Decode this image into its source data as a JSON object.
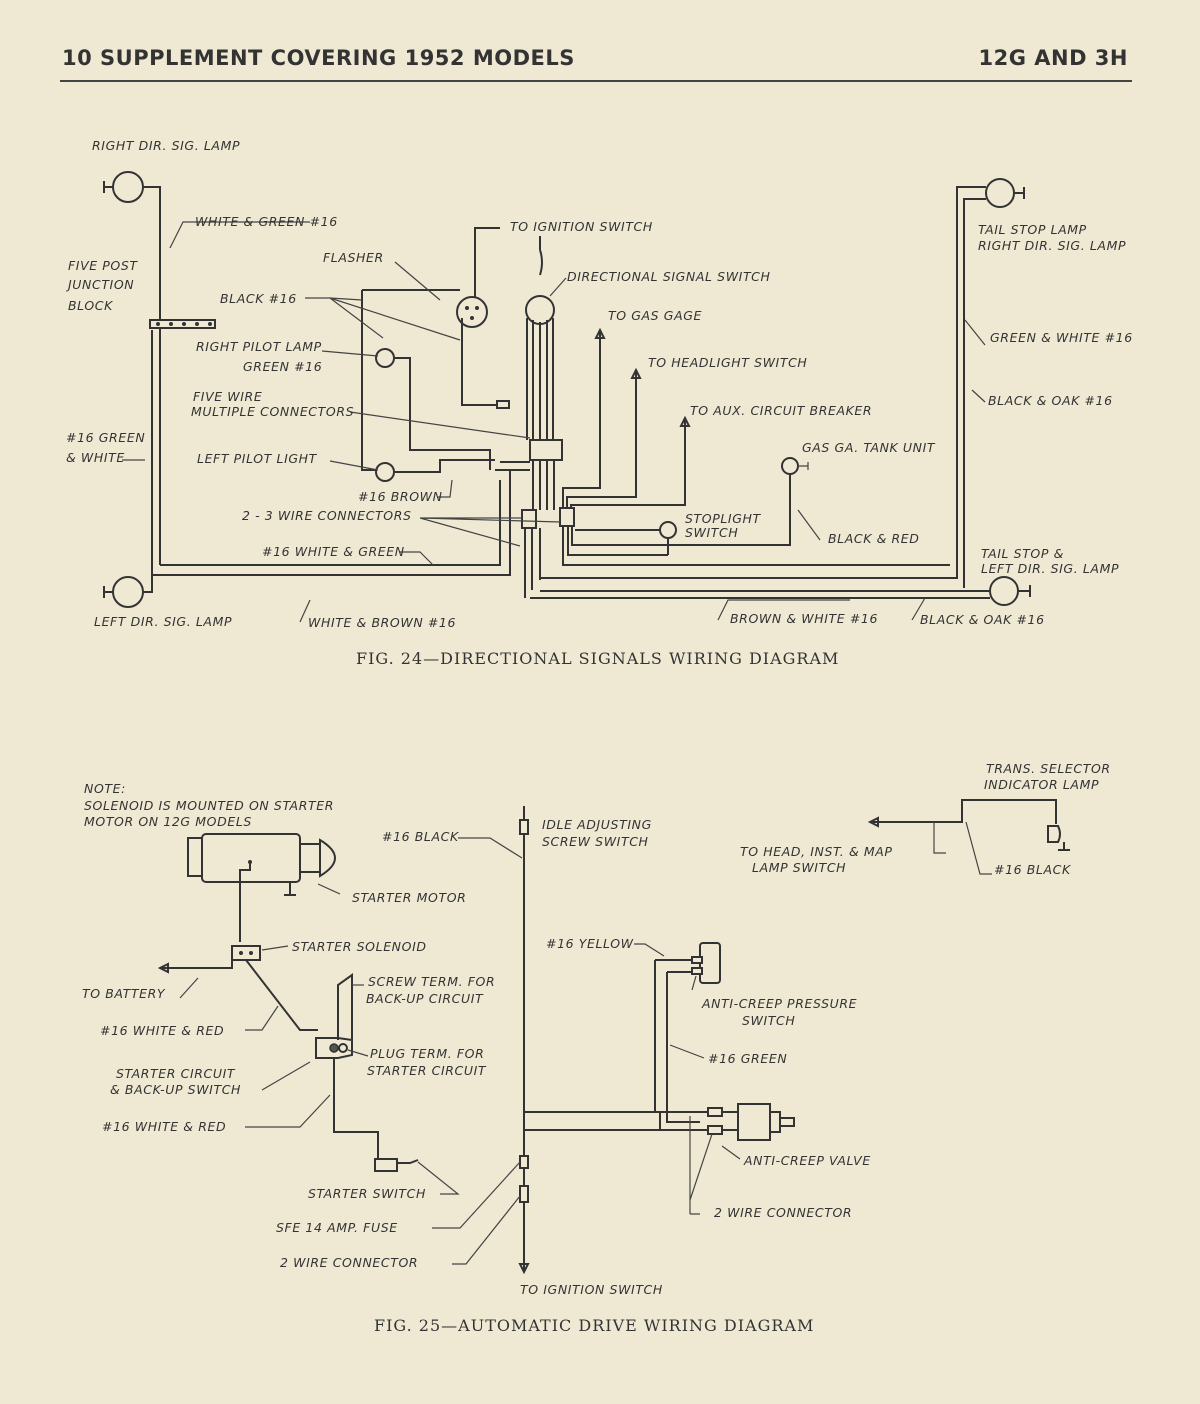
{
  "header": {
    "left": "10 SUPPLEMENT COVERING 1952 MODELS",
    "right": "12G AND 3H"
  },
  "fig24": {
    "caption": "FIG. 24—DIRECTIONAL SIGNALS WIRING DIAGRAM",
    "labels": {
      "right_dir_sig_lamp": "RIGHT DIR. SIG. LAMP",
      "white_green_16": "WHITE & GREEN #16",
      "to_ignition_switch": "TO IGNITION SWITCH",
      "flasher": "FLASHER",
      "directional_signal_switch": "DIRECTIONAL SIGNAL SWITCH",
      "five_post": "FIVE POST",
      "junction": "JUNCTION",
      "block": "BLOCK",
      "black_16": "BLACK #16",
      "to_gas_gage": "TO GAS GAGE",
      "right_pilot_lamp": "RIGHT PILOT LAMP",
      "green_16": "GREEN #16",
      "to_headlight_switch": "TO HEADLIGHT SWITCH",
      "five_wire": "FIVE WIRE",
      "multiple_connectors": "MULTIPLE CONNECTORS",
      "to_aux_circuit_breaker": "TO AUX. CIRCUIT BREAKER",
      "green_white_16_left_1": "#16 GREEN",
      "green_white_16_left_2": "& WHITE",
      "left_pilot_light": "LEFT PILOT LIGHT",
      "gas_ga_tank_unit": "GAS GA. TANK UNIT",
      "brown_16": "#16 BROWN",
      "two_three_wire_connectors": "2 - 3 WIRE CONNECTORS",
      "stoplight": "STOPLIGHT",
      "switch": "SWITCH",
      "black_red": "BLACK & RED",
      "white_green_16_lower": "#16 WHITE & GREEN",
      "tail_stop_lamp": "TAIL STOP LAMP",
      "right_dir_sig_lamp_2": "RIGHT DIR. SIG. LAMP",
      "green_white_16_right": "GREEN & WHITE #16",
      "black_oak_16_right": "BLACK & OAK #16",
      "tail_stop_and": "TAIL STOP &",
      "left_dir_sig_lamp_2": "LEFT DIR. SIG. LAMP",
      "left_dir_sig_lamp": "LEFT DIR. SIG. LAMP",
      "white_brown_16": "WHITE & BROWN #16",
      "brown_white_16": "BROWN & WHITE #16",
      "black_oak_16_bottom": "BLACK & OAK #16"
    }
  },
  "fig25": {
    "caption": "FIG. 25—AUTOMATIC DRIVE WIRING DIAGRAM",
    "labels": {
      "note": "NOTE:",
      "note_line1": "SOLENOID IS MOUNTED ON STARTER",
      "note_line2": "MOTOR ON 12G MODELS",
      "black_16": "#16 BLACK",
      "idle_adjusting": "IDLE ADJUSTING",
      "screw_switch": "SCREW SWITCH",
      "trans_selector": "TRANS. SELECTOR",
      "indicator_lamp": "INDICATOR LAMP",
      "to_head_inst_map": "TO HEAD, INST. & MAP",
      "lamp_switch": "LAMP SWITCH",
      "black_16_right": "#16 BLACK",
      "starter_motor": "STARTER MOTOR",
      "starter_solenoid": "STARTER SOLENOID",
      "yellow_16": "#16 YELLOW",
      "to_battery": "TO BATTERY",
      "screw_term_for": "SCREW TERM. FOR",
      "back_up_circuit": "BACK-UP CIRCUIT",
      "anti_creep_pressure": "ANTI-CREEP PRESSURE",
      "switch": "SWITCH",
      "white_red_16_a": "#16 WHITE & RED",
      "plug_term_for": "PLUG TERM. FOR",
      "starter_circuit_term": "STARTER CIRCUIT",
      "green_16": "#16 GREEN",
      "starter_circuit": "STARTER CIRCUIT",
      "back_up_switch": "& BACK-UP SWITCH",
      "white_red_16_b": "#16 WHITE & RED",
      "anti_creep_valve": "ANTI-CREEP VALVE",
      "starter_switch": "STARTER SWITCH",
      "sfe_fuse": "SFE 14 AMP. FUSE",
      "two_wire_connector_right": "2 WIRE CONNECTOR",
      "two_wire_connector_left": "2 WIRE CONNECTOR",
      "to_ignition_switch": "TO IGNITION SWITCH"
    }
  }
}
